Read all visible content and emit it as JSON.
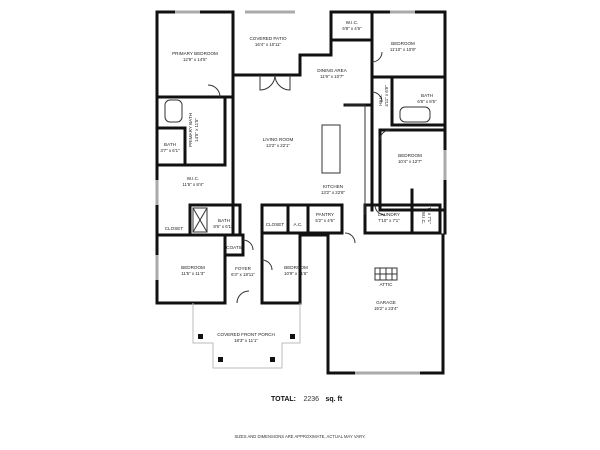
{
  "rooms": {
    "primary_bedroom": {
      "name": "PRIMARY BEDROOM",
      "dims": "12'9\" x 14'5\""
    },
    "covered_patio": {
      "name": "COVERED PATIO",
      "dims": "16'4\" x 10'11\""
    },
    "wic_top": {
      "name": "W.I.C.",
      "dims": "6'8\" x 4'6\""
    },
    "bedroom_ne": {
      "name": "BEDROOM",
      "dims": "11'10\" x 10'9\""
    },
    "dining_area": {
      "name": "DINING AREA",
      "dims": "11'9\" x 10'7\""
    },
    "hall": {
      "name": "HALL",
      "dims": "4'11\" x 6'8\""
    },
    "bath_ne": {
      "name": "BATH",
      "dims": "6'8\" x 8'5\""
    },
    "primary_bath": {
      "name": "PRIMARY BATH",
      "dims": "14'5\" x 11'5\""
    },
    "bath_w": {
      "name": "BATH",
      "dims": "3'7\" x 6'1\""
    },
    "living_room": {
      "name": "LIVING ROOM",
      "dims": "13'3\" x 22'1\""
    },
    "bedroom_e": {
      "name": "BEDROOM",
      "dims": "10'4\" x 12'7\""
    },
    "wic_w": {
      "name": "W.I.C.",
      "dims": "11'5\" x 8'4\""
    },
    "kitchen": {
      "name": "KITCHEN",
      "dims": "13'2\" x 22'8\""
    },
    "bath_mid": {
      "name": "BATH",
      "dims": "8'6\" x 6'11\""
    },
    "closet_w": {
      "name": "CLOSET"
    },
    "closet_mid": {
      "name": "CLOSET"
    },
    "ac": {
      "name": "A.C."
    },
    "pantry": {
      "name": "PANTRY",
      "dims": "5'2\" x 4'6\""
    },
    "laundry": {
      "name": "LAUNDRY",
      "dims": "7'10\" x 7'1\""
    },
    "wic_e": {
      "name": "W.I.C.",
      "dims": "4'8\" x 7'1\""
    },
    "coats": {
      "name": "COATS"
    },
    "bedroom_sw": {
      "name": "BEDROOM",
      "dims": "11'5\" x 11'3\""
    },
    "foyer": {
      "name": "FOYER",
      "dims": "6'3\" x 18'11\""
    },
    "bedroom_s": {
      "name": "BEDROOM",
      "dims": "10'9\" x 11'6\""
    },
    "attic": {
      "name": "ATTIC"
    },
    "garage": {
      "name": "GARAGE",
      "dims": "19'2\" x 23'4\""
    },
    "front_porch": {
      "name": "COVERED FRONT PORCH",
      "dims": "18'3\" x 11'1\""
    }
  },
  "total": {
    "label": "TOTAL:",
    "value": "2236",
    "unit": "sq. ft"
  },
  "disclaimer": "SIZES AND DIMENSIONS ARE APPROXIMATE, ACTUAL MAY VARY."
}
